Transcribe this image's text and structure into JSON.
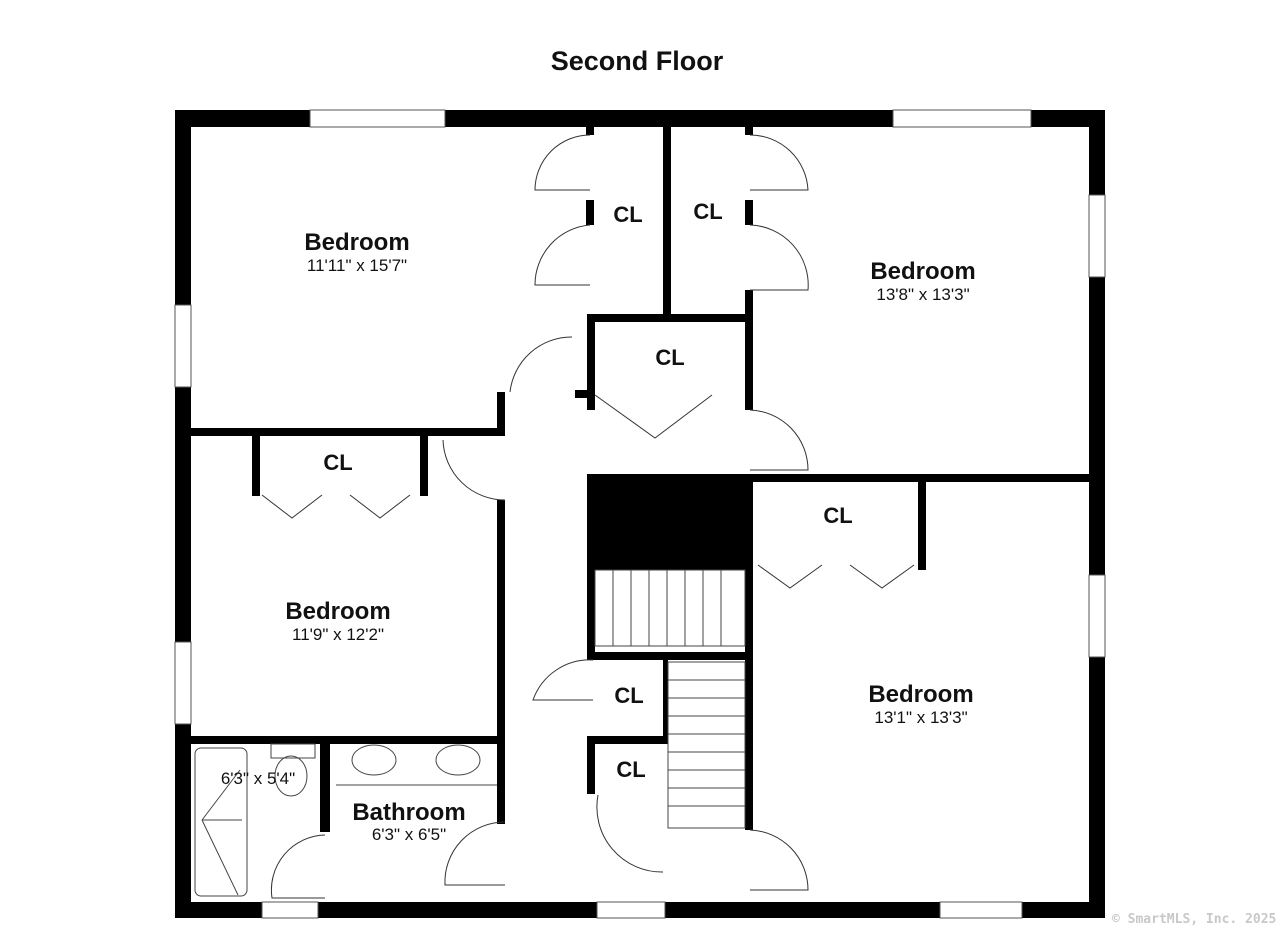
{
  "title": "Second Floor",
  "rooms": [
    {
      "name": "Bedroom",
      "dims": "11'11\" x 15'7\""
    },
    {
      "name": "Bedroom",
      "dims": "13'8\" x 13'3\""
    },
    {
      "name": "Bedroom",
      "dims": "11'9\" x 12'2\""
    },
    {
      "name": "Bedroom",
      "dims": "13'1\" x 13'3\""
    },
    {
      "name": "Bathroom",
      "dims": "6'3\" x 6'5\""
    }
  ],
  "bath_sub_dims": "6'3\" x 5'4\"",
  "closet_label": "CL",
  "watermark": "© SmartMLS, Inc.  2025"
}
